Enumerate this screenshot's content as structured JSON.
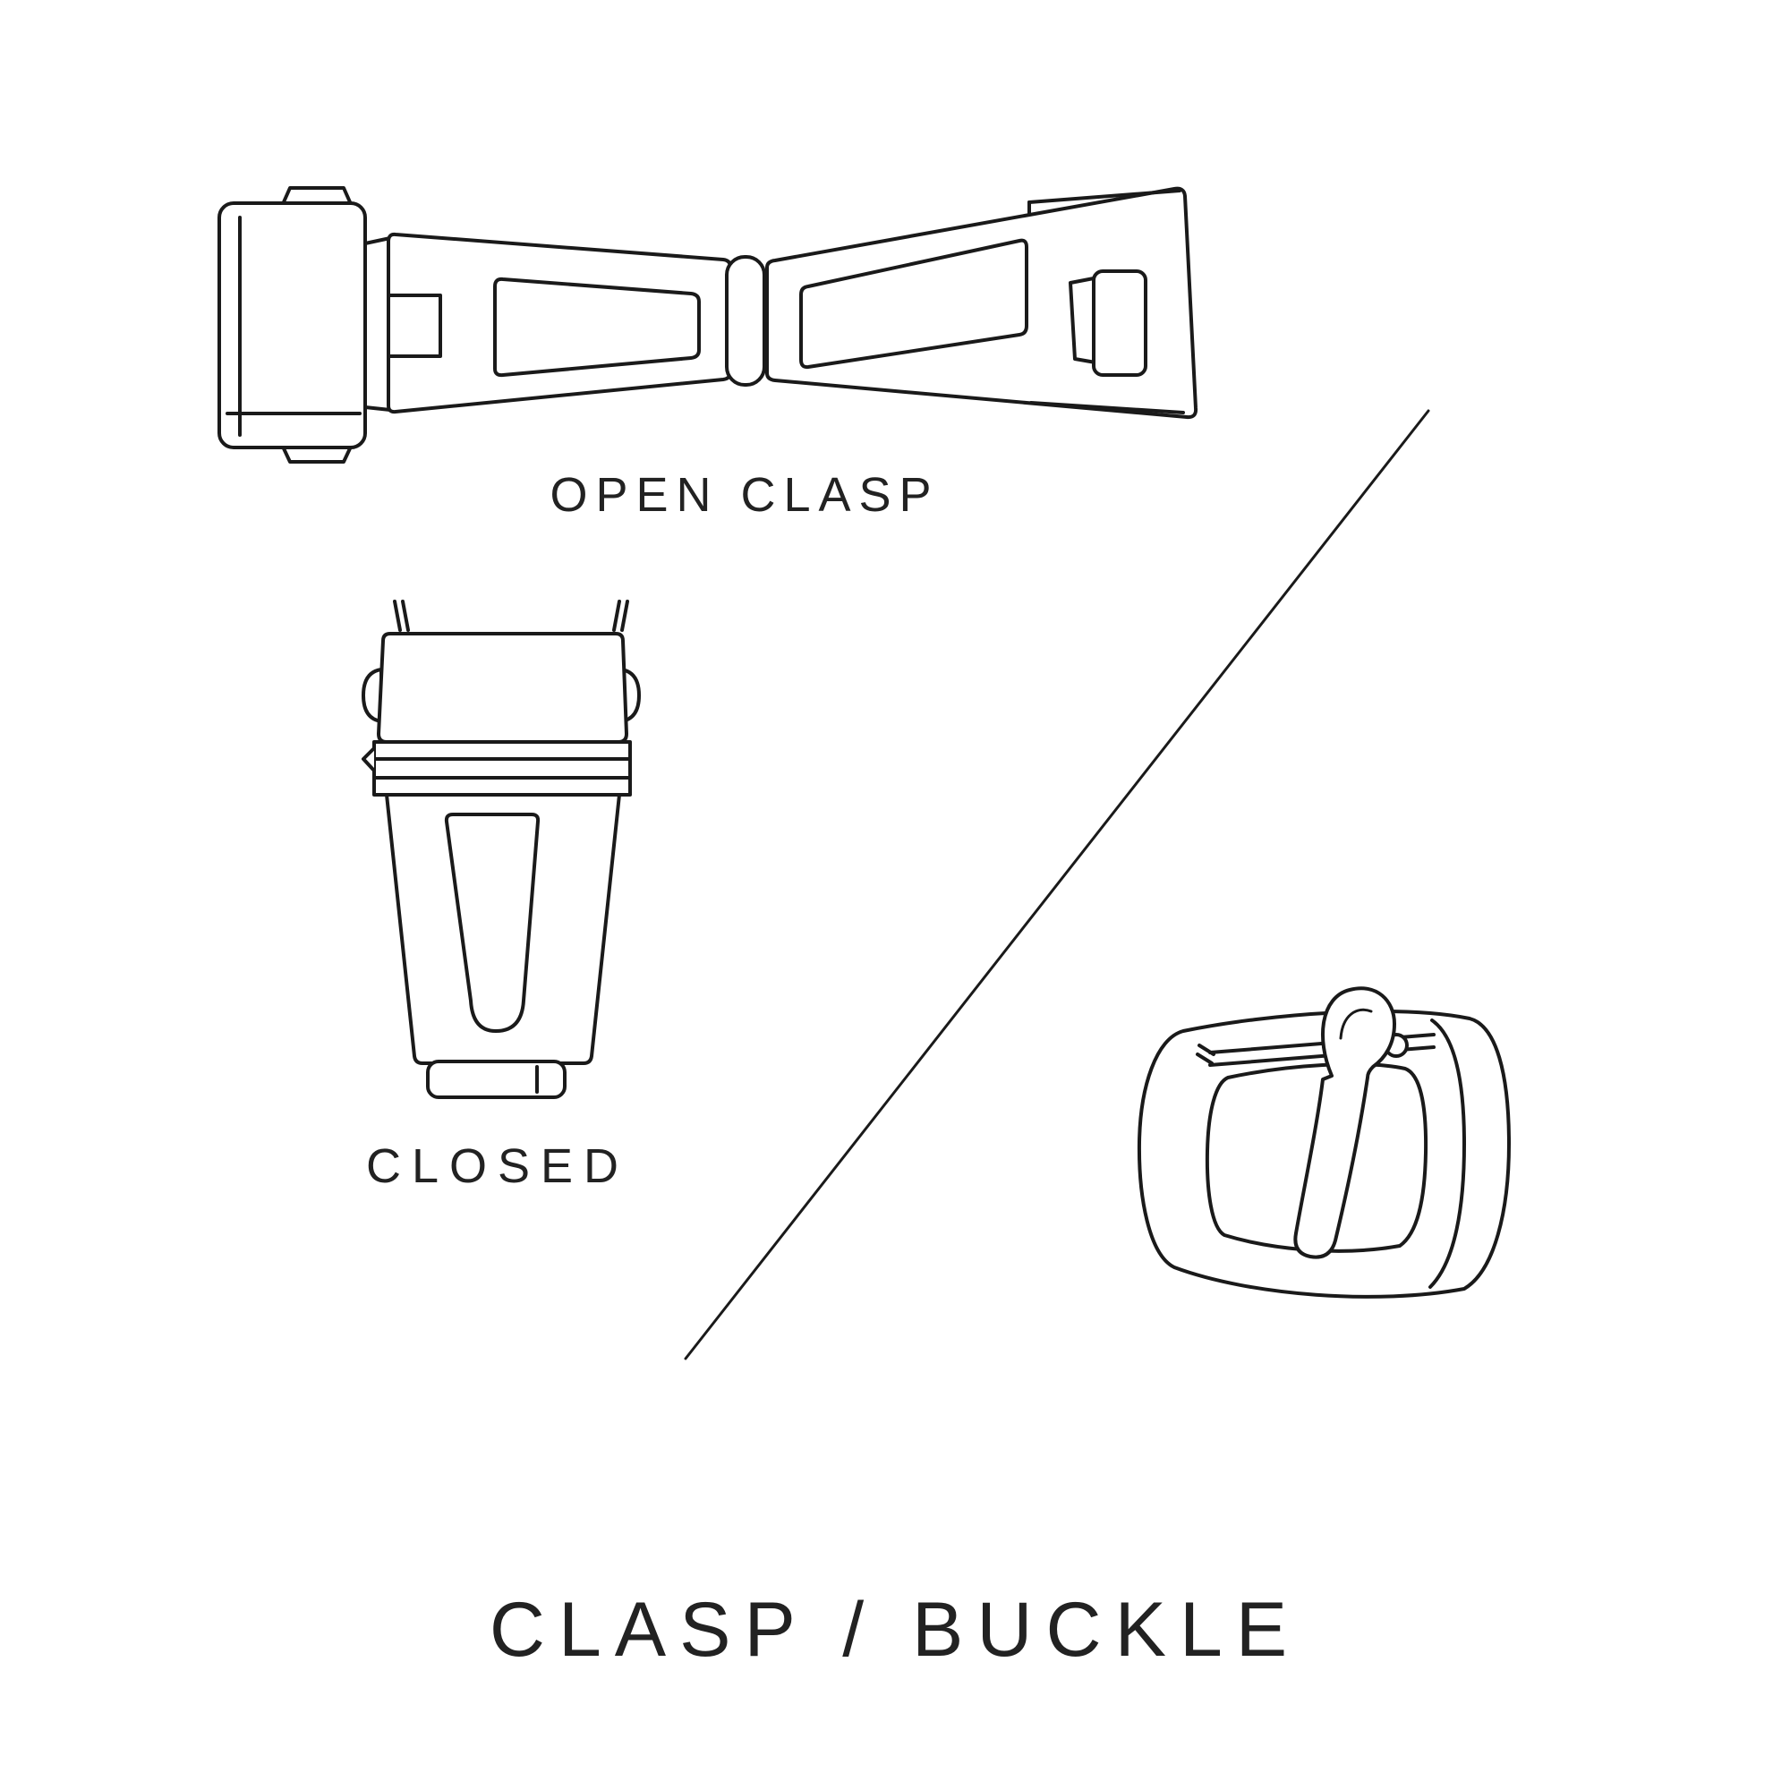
{
  "page": {
    "background": "#ffffff",
    "line_color": "#1a1a1a",
    "text_color": "#222222"
  },
  "labels": {
    "open_clasp": "OPEN CLASP",
    "closed": "CLOSED",
    "title": "CLASP / BUCKLE"
  },
  "illustrations": {
    "open_clasp": "open-deployant-clasp-illustration",
    "closed_clasp": "closed-clasp-illustration",
    "buckle": "tang-buckle-illustration",
    "divider": "diagonal-divider-line"
  }
}
